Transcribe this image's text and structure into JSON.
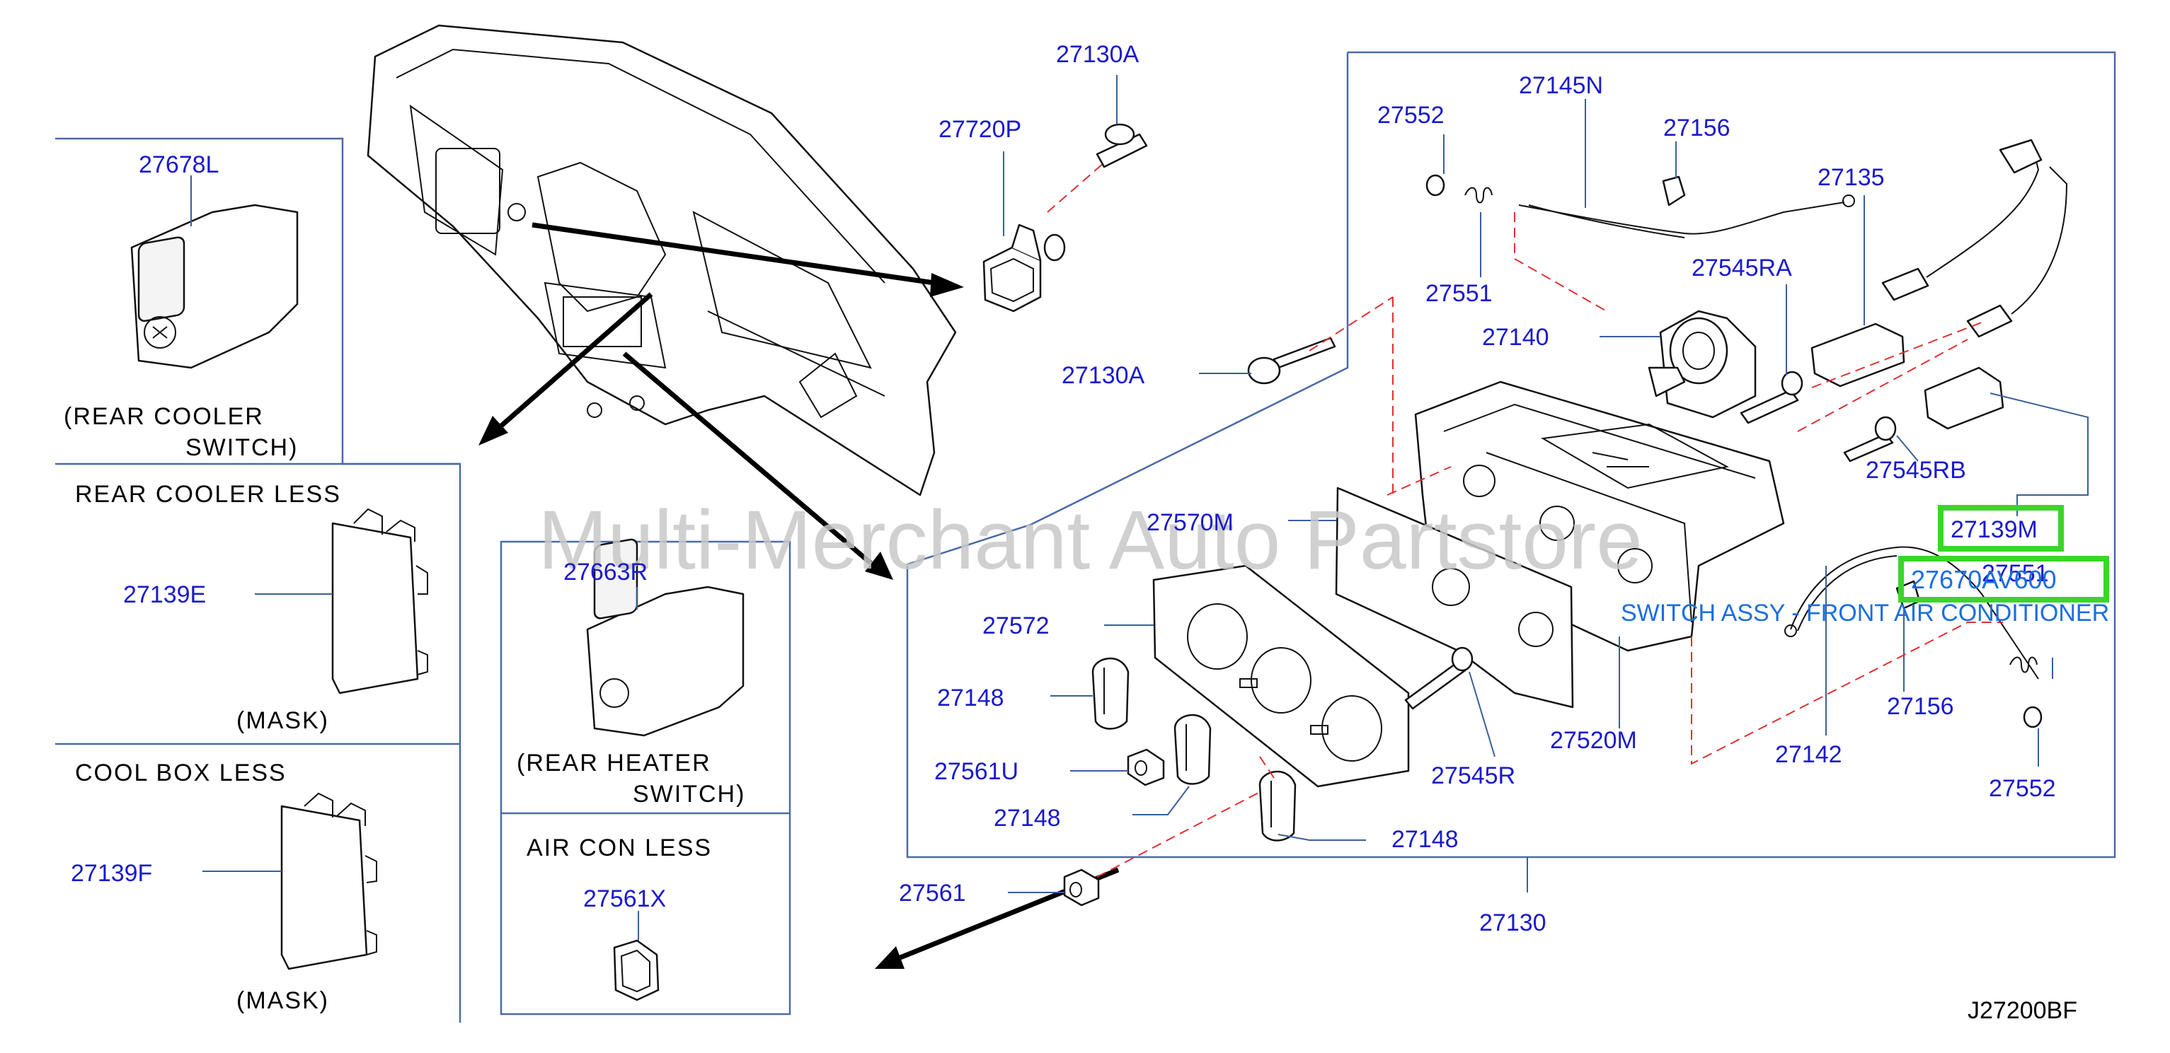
{
  "watermark": "Multi-Merchant Auto Partstore",
  "diagram_code": "J27200BF",
  "highlight_tooltip": "SWITCH ASSY - FRONT AIR CONDITIONER",
  "highlighted_parts": {
    "primary": "27139M",
    "secondary": "27670AV600"
  },
  "section_labels": {
    "rear_cooler_switch_1": "(REAR   COOLER",
    "rear_cooler_switch_2": "SWITCH)",
    "rear_cooler_less": "REAR   COOLER   LESS",
    "mask_1": "(MASK)",
    "cool_box_less": "COOL   BOX   LESS",
    "mask_2": "(MASK)",
    "rear_heater_switch_1": "(REAR   HEATER",
    "rear_heater_switch_2": "SWITCH)",
    "air_con_less": "AIR   CON   LESS"
  },
  "part_numbers": {
    "p27678L": "27678L",
    "p27139E": "27139E",
    "p27139F": "27139F",
    "p27663R": "27663R",
    "p27561X": "27561X",
    "p27130A_top": "27130A",
    "p27720P": "27720P",
    "p27130A_mid": "27130A",
    "p27552_top": "27552",
    "p27145N": "27145N",
    "p27156_top": "27156",
    "p27135": "27135",
    "p27551_left": "27551",
    "p27545RA": "27545RA",
    "p27140": "27140",
    "p27545RB": "27545RB",
    "p27570M": "27570M",
    "p27551_right": "27551",
    "p27572": "27572",
    "p27148_a": "27148",
    "p27561U": "27561U",
    "p27148_b": "27148",
    "p27148_c": "27148",
    "p27545R": "27545R",
    "p27520M": "27520M",
    "p27142": "27142",
    "p27156_bottom": "27156",
    "p27552_bottom": "27552",
    "p27561": "27561",
    "p27130": "27130"
  }
}
